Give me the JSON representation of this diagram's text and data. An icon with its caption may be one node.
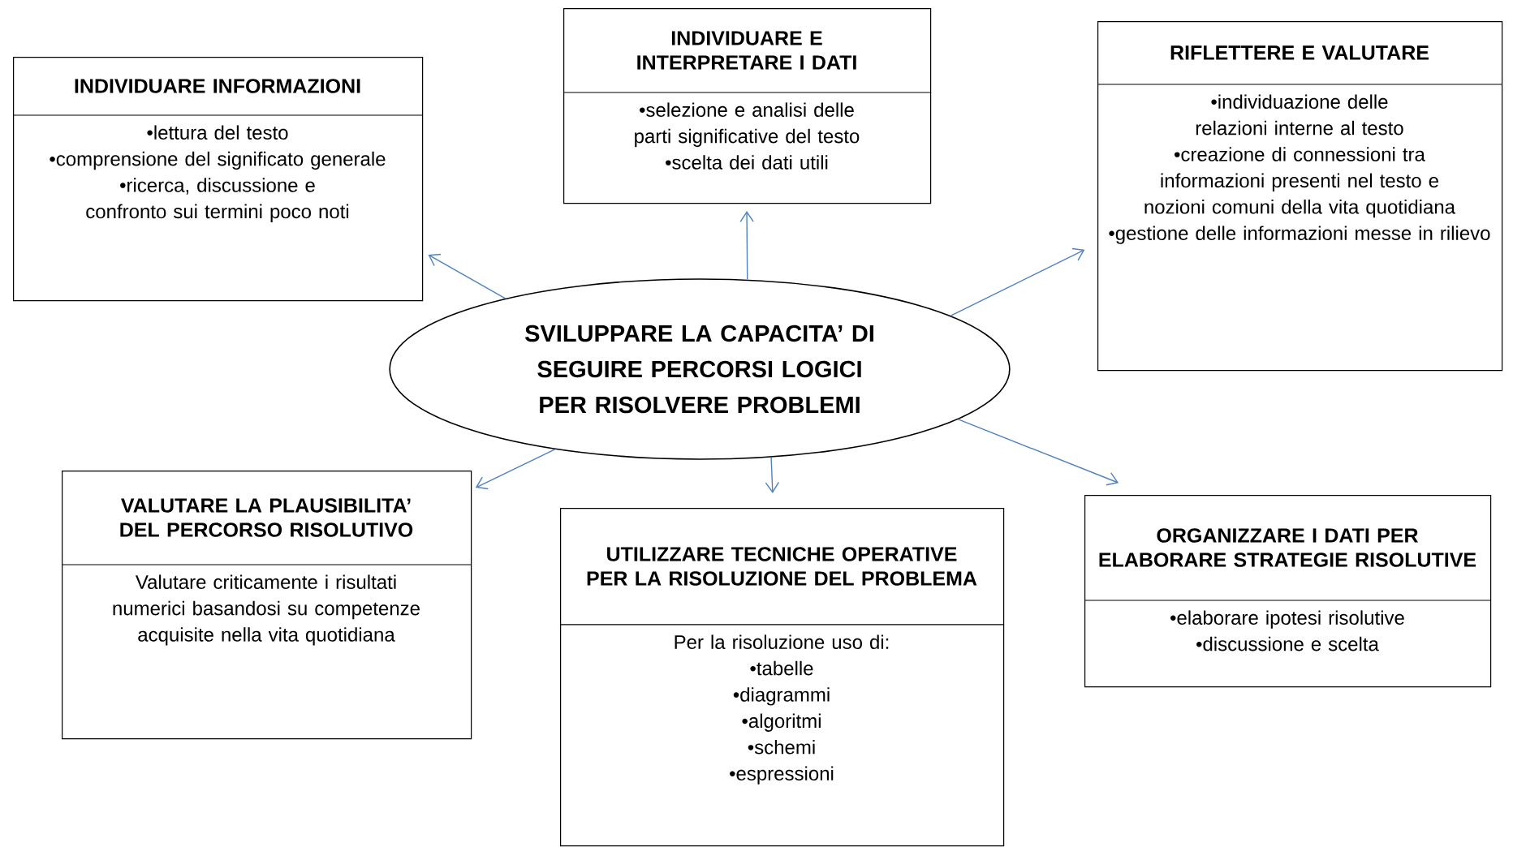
{
  "diagram": {
    "nodes": [
      {
        "text": [
          "SVILUPPARE LA CAPACITA’ DI SEGUIRE PERCORSI LOGICI PER RISOLVERE PROBLEMI"
        ]
      },
      {
        "text": [
          "INDIVIDUARE INFORMAZIONI",
          "•lettura del testo",
          "•comprensione del significato generale",
          "•ricerca, discussione e confronto sui termini poco noti"
        ]
      },
      {
        "text": [
          "INDIVIDUARE E INTERPRETARE I DATI",
          "•selezione e analisi delle parti significative del testo",
          "•scelta dei dati utili"
        ]
      },
      {
        "text": [
          "RIFLETTERE E VALUTARE",
          "•individuazione delle relazioni interne al testo",
          "•creazione di connessioni tra informazioni presenti nel testo e nozioni comuni della vita quotidiana",
          "•gestione delle informazioni messe in rilievo"
        ]
      },
      {
        "text": [
          "VALUTARE LA PLAUSIBILITA’ DEL PERCORSO RISOLUTIVO",
          "Valutare criticamente i risultati numerici basandosi su competenze acquisite nella vita quotidiana"
        ]
      },
      {
        "text": [
          "UTILIZZARE TECNICHE OPERATIVE PER LA RISOLUZIONE DEL PROBLEMA",
          "Per la risoluzione uso di:",
          "•tabelle",
          "•diagrammi",
          "•algoritmi",
          "•schemi",
          "•espressioni"
        ]
      },
      {
        "text": [
          "ORGANIZZARE I DATI PER ELABORARE STRATEGIE RISOLUTIVE",
          "•elaborare ipotesi risolutive",
          "•discussione e scelta"
        ]
      }
    ],
    "edges": [
      {
        "from": 0,
        "to": 1,
        "arrow": "to"
      },
      {
        "from": 0,
        "to": 2,
        "arrow": "to"
      },
      {
        "from": 0,
        "to": 3,
        "arrow": "to"
      },
      {
        "from": 0,
        "to": 4,
        "arrow": "to"
      },
      {
        "from": 0,
        "to": 5,
        "arrow": "to"
      },
      {
        "from": 0,
        "to": 6,
        "arrow": "to"
      }
    ]
  }
}
